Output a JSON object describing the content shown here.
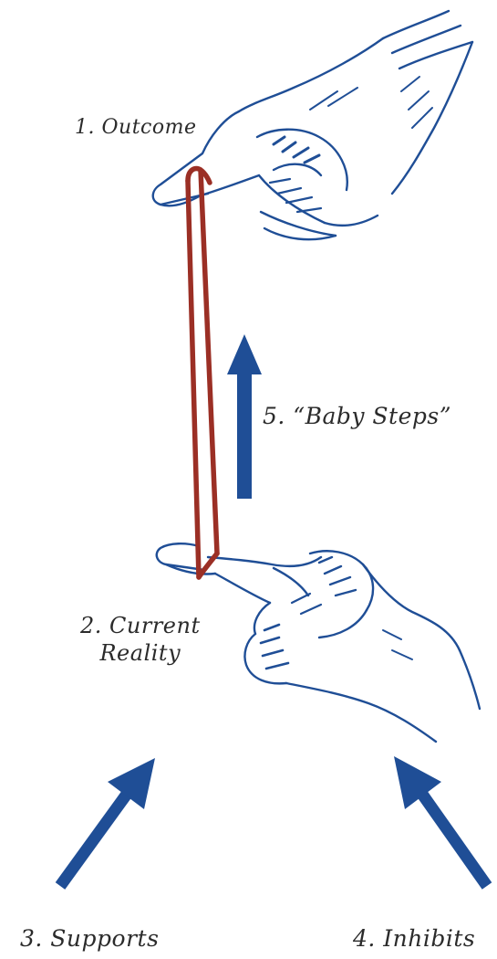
{
  "colors": {
    "ink": "#1f4e96",
    "rubber_band": "#9b2f25",
    "label_text": "#2b2b2b",
    "background": "#ffffff"
  },
  "labels": {
    "outcome": "1. Outcome",
    "current_reality_line1": "2. Current",
    "current_reality_line2": "Reality",
    "baby_steps": "5. “Baby Steps”",
    "supports": "3. Supports",
    "inhibits": "4. Inhibits"
  },
  "icons": {
    "top_hand": "hand-pointing-left-icon",
    "bottom_hand": "hand-pointing-left-icon",
    "rubber_band": "rubber-band-icon",
    "up_arrow": "arrow-up-icon",
    "supports_arrow": "arrow-up-right-icon",
    "inhibits_arrow": "arrow-up-left-icon"
  }
}
